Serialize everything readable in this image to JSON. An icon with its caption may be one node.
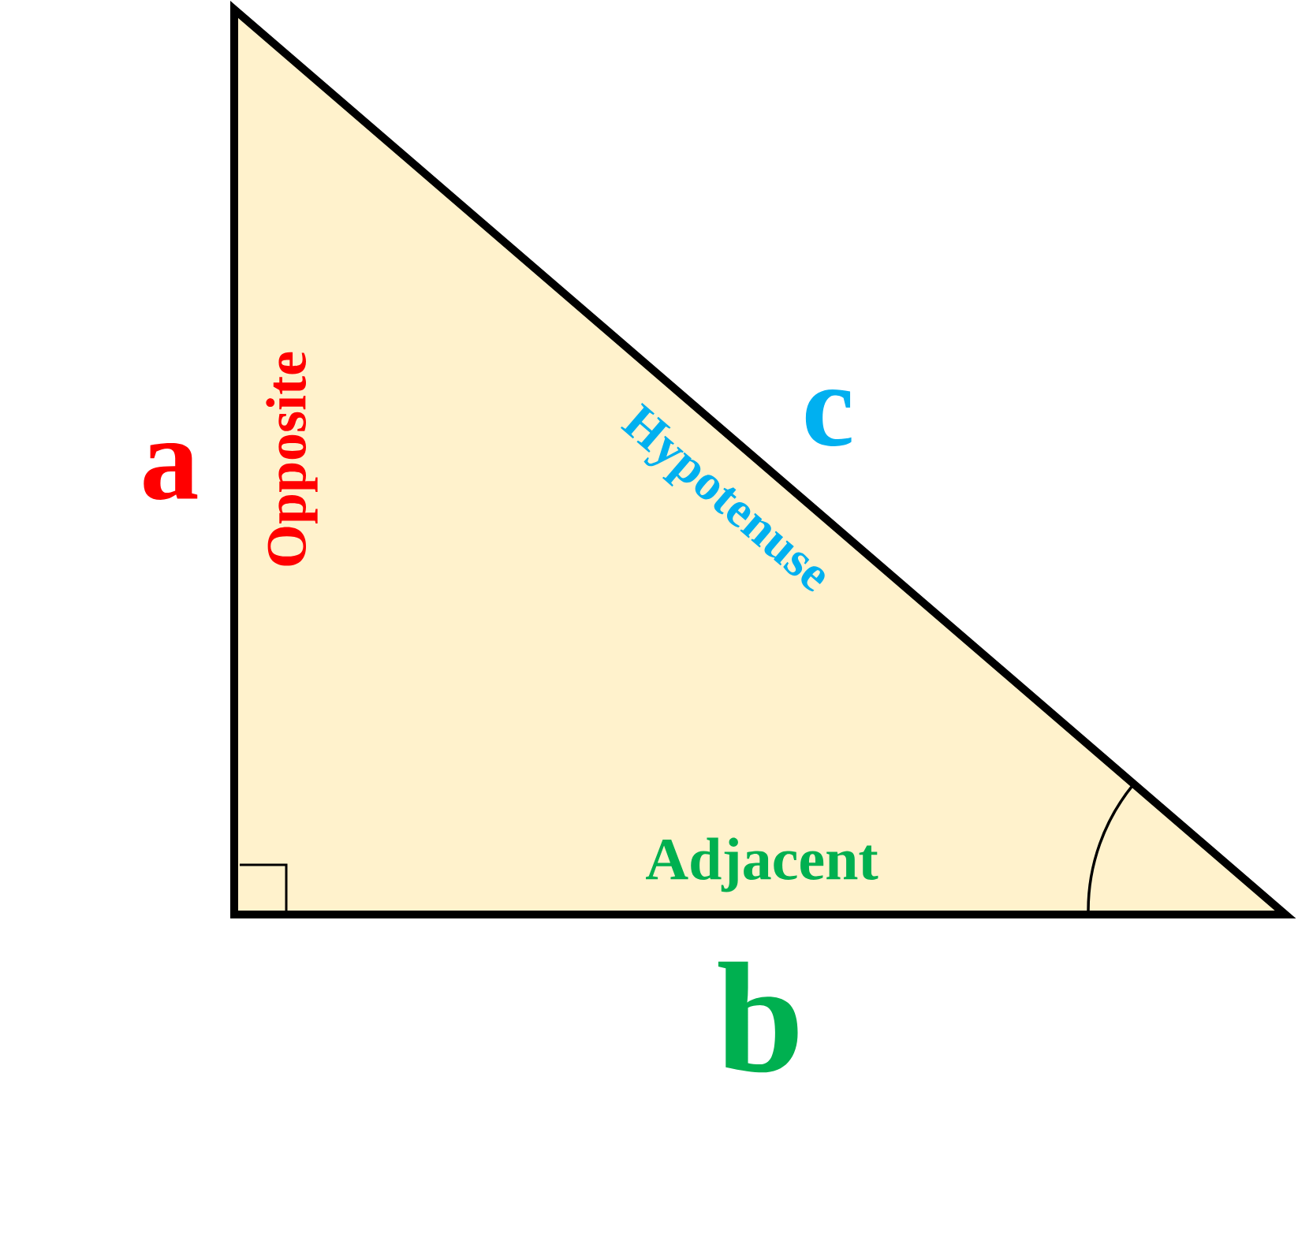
{
  "diagram": {
    "labels": [
      "a",
      "Opposite",
      "Hypotenuse",
      "c",
      "Adjacent",
      "b"
    ]
  }
}
